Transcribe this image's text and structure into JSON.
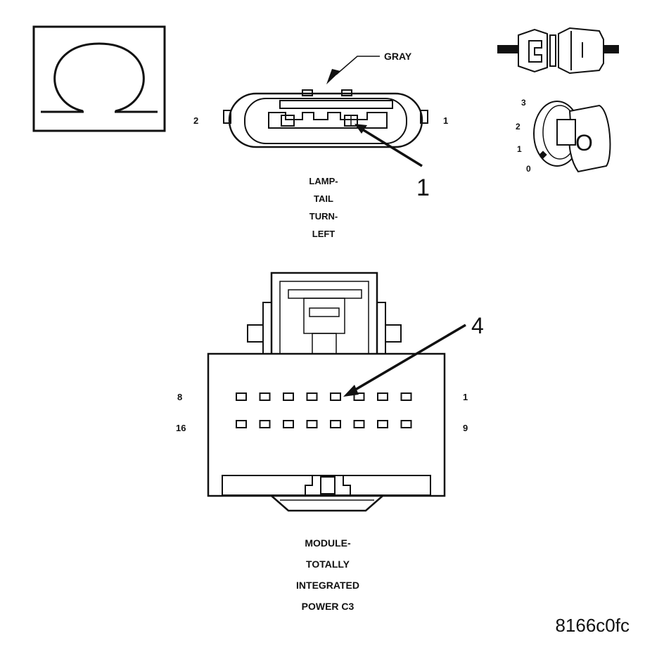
{
  "lamp_connector": {
    "wire_color": "GRAY",
    "pin_left": "2",
    "pin_right": "1",
    "callout": "1",
    "name_lines": [
      "LAMP-",
      "TAIL",
      "TURN-",
      "LEFT"
    ]
  },
  "module_connector": {
    "row1_left": "8",
    "row1_right": "1",
    "row2_left": "16",
    "row2_right": "9",
    "callout": "4",
    "name_lines": [
      "MODULE-",
      "TOTALLY",
      "INTEGRATED",
      "POWER C3"
    ]
  },
  "ignition_switch": {
    "positions": [
      "3",
      "2",
      "1",
      "0"
    ],
    "key_symbol": "O"
  },
  "ohmmeter_symbol": "Ω",
  "figure_id": "8166c0fc"
}
